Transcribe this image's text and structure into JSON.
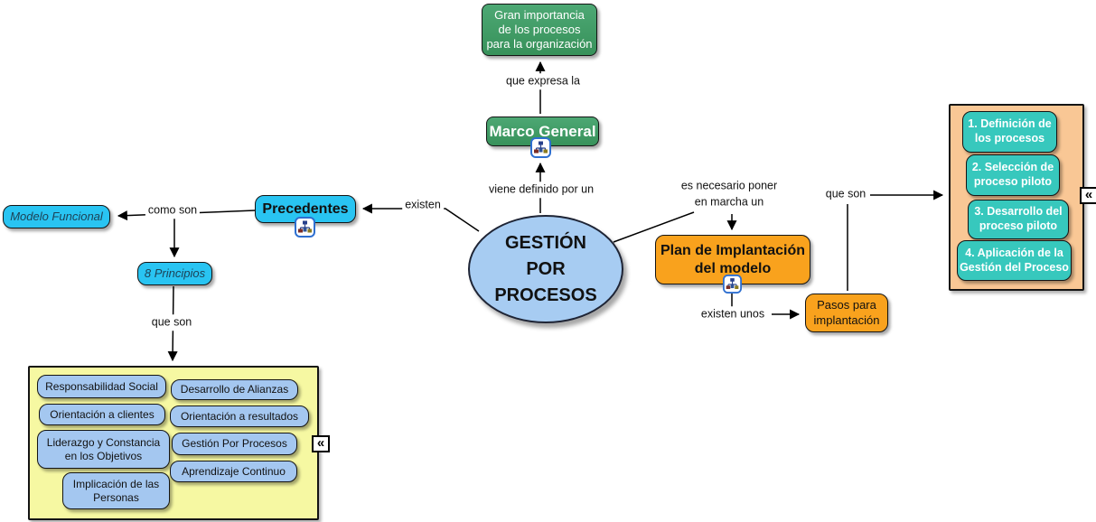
{
  "colors": {
    "green": "#37915a",
    "green_light": "#4da874",
    "cyan": "#29c4f2",
    "ellipse_blue": "#a7ccf2",
    "orange": "#f9a21d",
    "peach": "#f9c795",
    "teal": "#37c8bd",
    "yellow": "#f6f8a2",
    "light_blue": "#a4c7f0"
  },
  "nodes": {
    "main": "GESTIÓN\nPOR\nPROCESOS",
    "gran_importancia": "Gran importancia\nde los procesos\npara la organización",
    "marco_general": "Marco General",
    "precedentes": "Precedentes",
    "modelo_funcional": "Modelo Funcional",
    "ocho_principios": "8 Principios",
    "plan_implantacion": "Plan de Implantación\ndel modelo",
    "pasos_implantacion": "Pasos para\nimplantación"
  },
  "links": {
    "que_expresa_la": "que expresa la",
    "viene_definido_por_un": "viene definido por un",
    "existen": "existen",
    "como_son": "como son",
    "que_son_principios": "que son",
    "es_necesario_poner": "es necesario poner\nen marcha un",
    "existen_unos": "existen unos",
    "que_son_pasos": "que son"
  },
  "principles": [
    "Responsabilidad Social",
    "Orientación a clientes",
    "Liderazgo y Constancia\nen los Objetivos",
    "Implicación de las\nPersonas",
    "Desarrollo de Alianzas",
    "Orientación a resultados",
    "Gestión Por Procesos",
    "Aprendizaje Continuo"
  ],
  "steps": [
    "1. Definición de\nlos procesos",
    "2. Selección de\nproceso piloto",
    "3. Desarrollo del\nproceso piloto",
    "4. Aplicación de la\nGestión del Proceso"
  ],
  "icons": {
    "resource_icon_name": "concept-map-resource",
    "collapse_glyph": "«"
  }
}
